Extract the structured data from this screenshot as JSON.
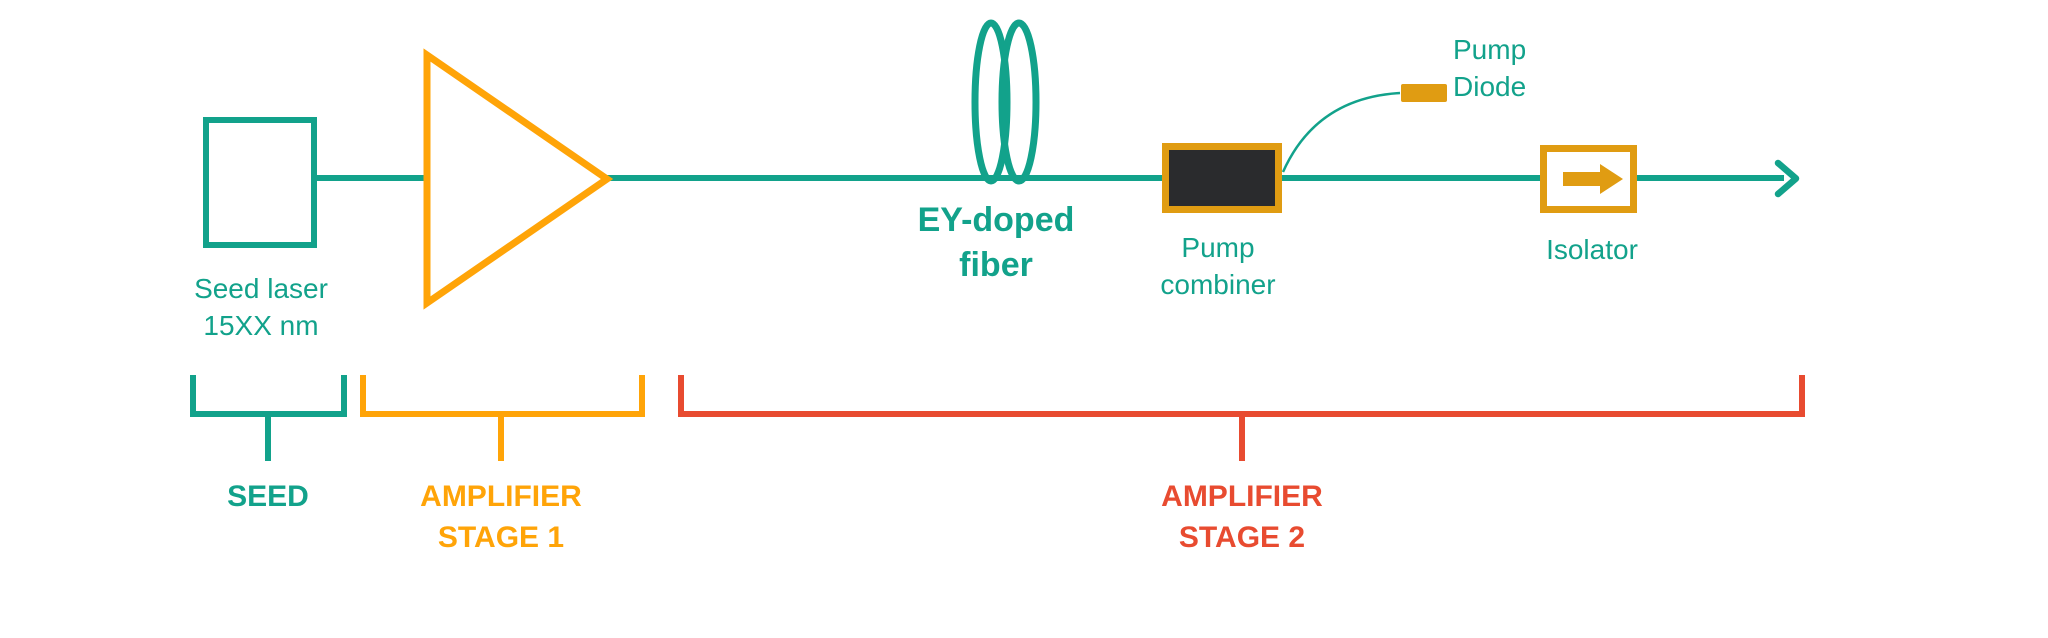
{
  "colors": {
    "teal": "#12A28B",
    "orange": "#FFA408",
    "orange_deep": "#E09C12",
    "red": "#E84B30",
    "combiner_fill": "#2A2B2D",
    "background": "#FFFFFF"
  },
  "components": {
    "seed_laser": {
      "line1": "Seed laser",
      "line2": "15XX nm"
    },
    "ey_doped_fiber": {
      "line1": "EY-doped",
      "line2": "fiber"
    },
    "pump_combiner": {
      "line1": "Pump",
      "line2": "combiner"
    },
    "pump_diode": {
      "line1": "Pump",
      "line2": "Diode"
    },
    "isolator": {
      "label": "Isolator"
    }
  },
  "stages": {
    "seed": {
      "label": "SEED"
    },
    "amplifier_stage_1": {
      "line1": "AMPLIFIER",
      "line2": "STAGE 1"
    },
    "amplifier_stage_2": {
      "line1": "AMPLIFIER",
      "line2": "STAGE 2"
    }
  }
}
